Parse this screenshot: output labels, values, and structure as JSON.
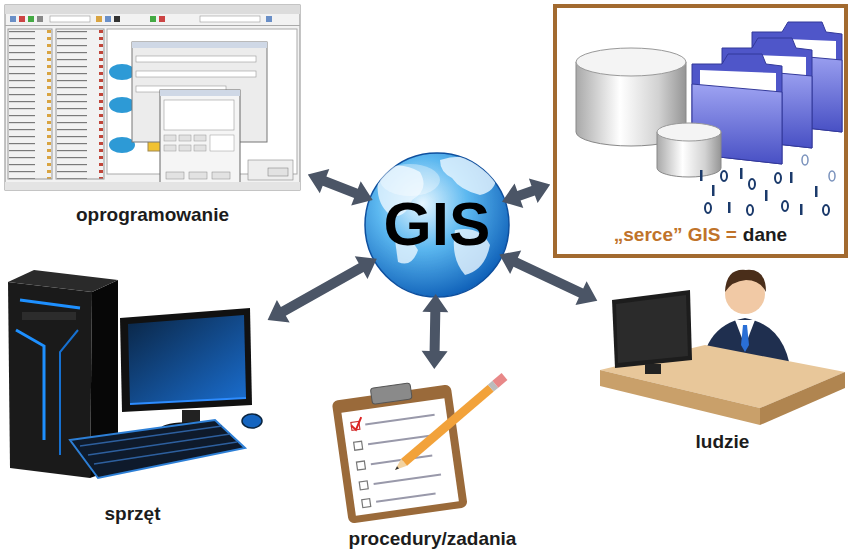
{
  "diagram": {
    "nodes": [
      {
        "text": [
          "oprogramowanie"
        ]
      },
      {
        "text": [
          "„serce” GIS =",
          "dane"
        ]
      },
      {
        "text": [
          "GIS"
        ]
      },
      {
        "text": [
          "sprzęt"
        ]
      },
      {
        "text": [
          "ludzie"
        ]
      },
      {
        "text": [
          "procedury/zadania"
        ]
      }
    ],
    "edges": [
      {
        "from": 2,
        "to": 0,
        "arrow": "both"
      },
      {
        "from": 2,
        "to": 1,
        "arrow": "both"
      },
      {
        "from": 2,
        "to": 3,
        "arrow": "both"
      },
      {
        "from": 2,
        "to": 4,
        "arrow": "both"
      },
      {
        "from": 2,
        "to": 5,
        "arrow": "both"
      }
    ]
  }
}
